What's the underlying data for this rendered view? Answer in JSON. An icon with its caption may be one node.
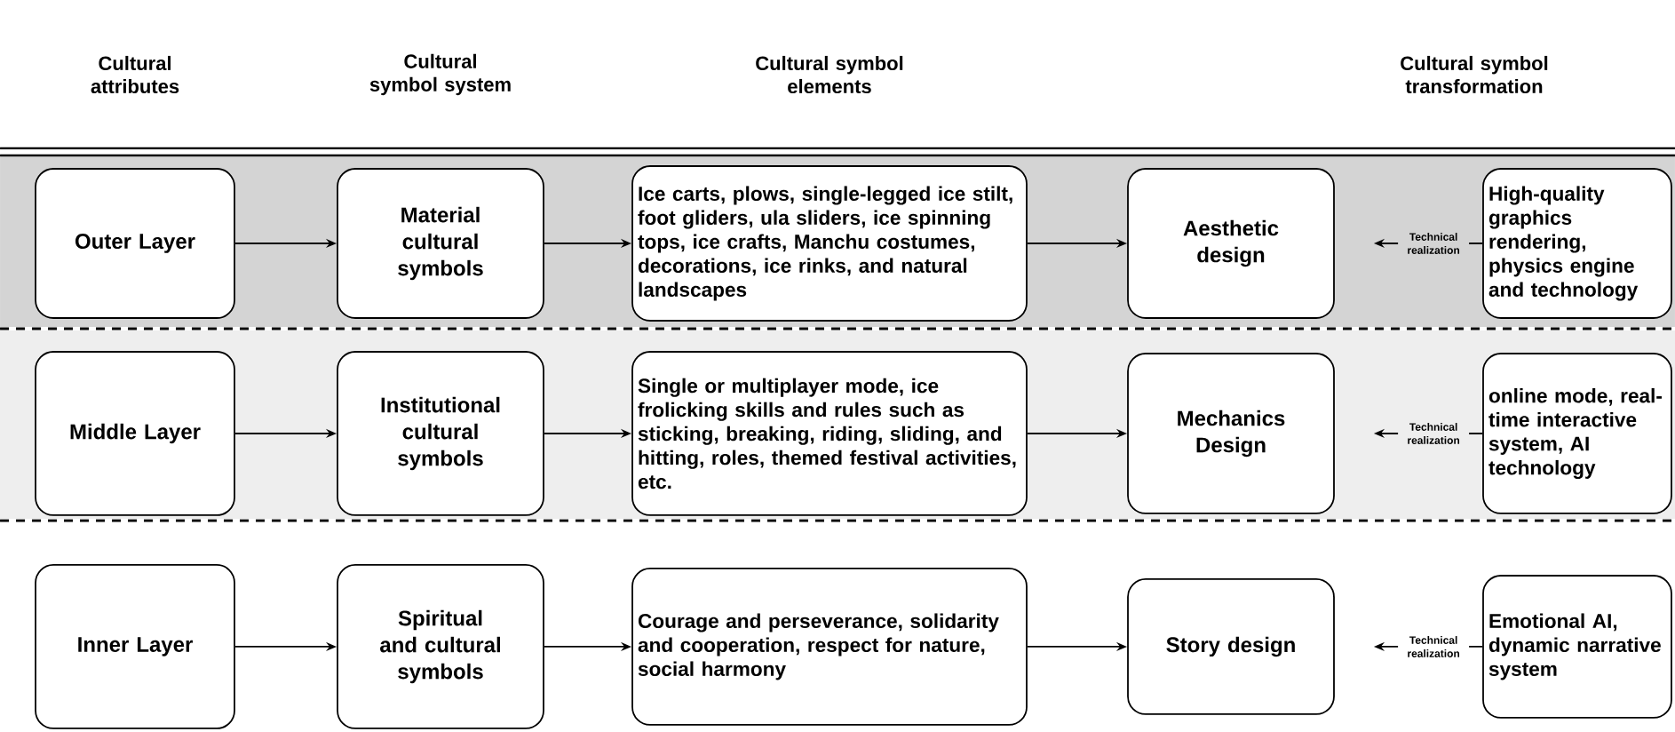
{
  "diagram": {
    "nodes": [
      {
        "text": [
          "Outer Layer"
        ]
      },
      {
        "text": [
          "Material cultural symbols"
        ]
      },
      {
        "text": [
          "Ice carts, plows, single-legged ice stilt, foot gliders, ula sliders, ice spinning tops, ice crafts, Manchu costumes, decorations, ice rinks, and natural  landscapes"
        ]
      },
      {
        "text": [
          "Aesthetic design"
        ]
      },
      {
        "text": [
          "High-quality graphics rendering, physics engine and technology"
        ]
      },
      {
        "text": [
          "Middle Layer"
        ]
      },
      {
        "text": [
          "Institutional cultural symbols"
        ]
      },
      {
        "text": [
          "Single or multiplayer mode, ice frolicking skills and rules such as sticking, breaking, riding, sliding, and hitting, roles, themed festival activities, etc."
        ]
      },
      {
        "text": [
          "Mechanics Design"
        ]
      },
      {
        "text": [
          "online mode, real-time interactive system, AI technology"
        ]
      },
      {
        "text": [
          "Inner Layer"
        ]
      },
      {
        "text": [
          "Spiritual and cultural symbols"
        ]
      },
      {
        "text": [
          "Courage and perseverance, solidarity and cooperation, respect for nature, social harmony"
        ]
      },
      {
        "text": [
          "Story design"
        ]
      },
      {
        "text": [
          "Emotional AI, dynamic narrative system"
        ]
      }
    ],
    "edges": [
      {
        "from": 0,
        "to": 1,
        "arrow": "to"
      },
      {
        "from": 1,
        "to": 2,
        "arrow": "to"
      },
      {
        "from": 2,
        "to": 3,
        "arrow": "to"
      },
      {
        "from": 4,
        "to": 3,
        "arrow": "to",
        "label": "Technical realization"
      },
      {
        "from": 5,
        "to": 6,
        "arrow": "to"
      },
      {
        "from": 6,
        "to": 7,
        "arrow": "to"
      },
      {
        "from": 7,
        "to": 8,
        "arrow": "to"
      },
      {
        "from": 9,
        "to": 8,
        "arrow": "to",
        "label": "Technical realization"
      },
      {
        "from": 10,
        "to": 11,
        "arrow": "to"
      },
      {
        "from": 11,
        "to": 12,
        "arrow": "to"
      },
      {
        "from": 12,
        "to": 13,
        "arrow": "to"
      },
      {
        "from": 14,
        "to": 13,
        "arrow": "to",
        "label": "Technical realization"
      }
    ],
    "labels": [
      "Cultural attributes",
      "Cultural symbol system",
      "Cultural symbol elements",
      "Cultural symbol transformation"
    ]
  }
}
